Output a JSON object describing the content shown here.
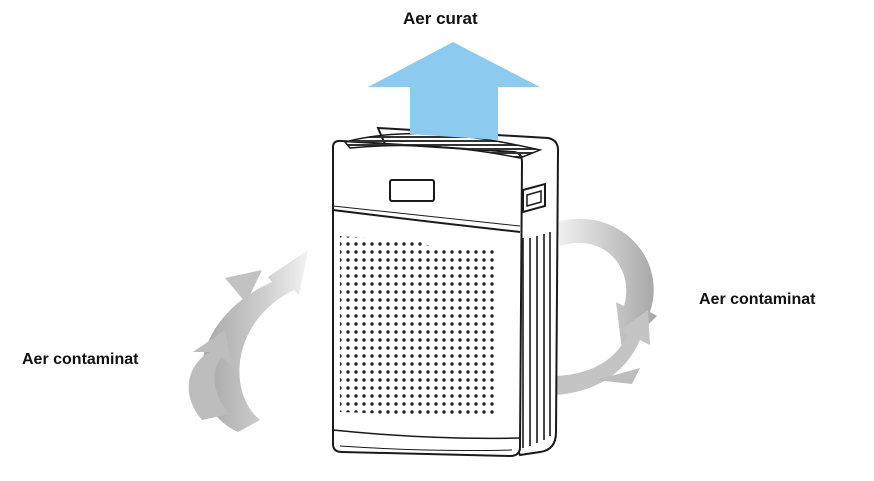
{
  "labels": {
    "clean_air": "Aer curat",
    "polluted_air_right": "Aer contaminat",
    "polluted_air_left": "Aer contaminat"
  },
  "colors": {
    "clean_air_arrow": "#8ccbef",
    "polluted_air_arrow": "#b4b4b4",
    "device_outline": "#1a1a1a",
    "device_body": "#ffffff",
    "label_text": "#111111"
  },
  "icons": {
    "clean_air_arrow": "up-arrow-icon",
    "polluted_air_arrow_left": "curved-arrow-icon",
    "polluted_air_arrow_right": "curved-arrow-icon"
  }
}
